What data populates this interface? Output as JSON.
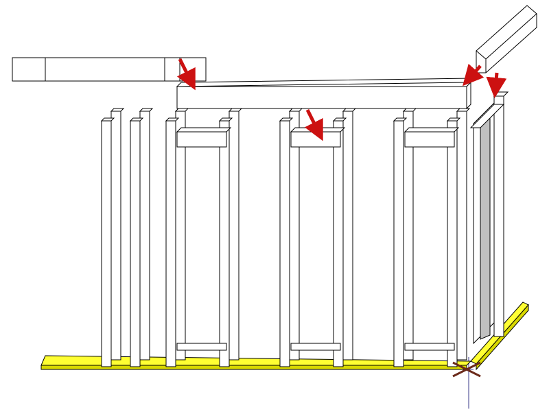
{
  "diagram": {
    "subject": "wall-framing-assembly",
    "colors": {
      "background": "#ffffff",
      "lumber": "#ffffff",
      "outline": "#000000",
      "sole_plate": "#ffff33",
      "sole_plate_shadow": "#c8c800",
      "arrow": "#cc1111",
      "guide_line": "#3a3a8a",
      "corner_marker": "#6b2a1a",
      "stud_shading": "#c0c0c0"
    },
    "arrows": [
      {
        "name": "arrow-top-plate-left"
      },
      {
        "name": "arrow-top-plate-right"
      },
      {
        "name": "arrow-corner-post"
      },
      {
        "name": "arrow-header"
      }
    ]
  }
}
